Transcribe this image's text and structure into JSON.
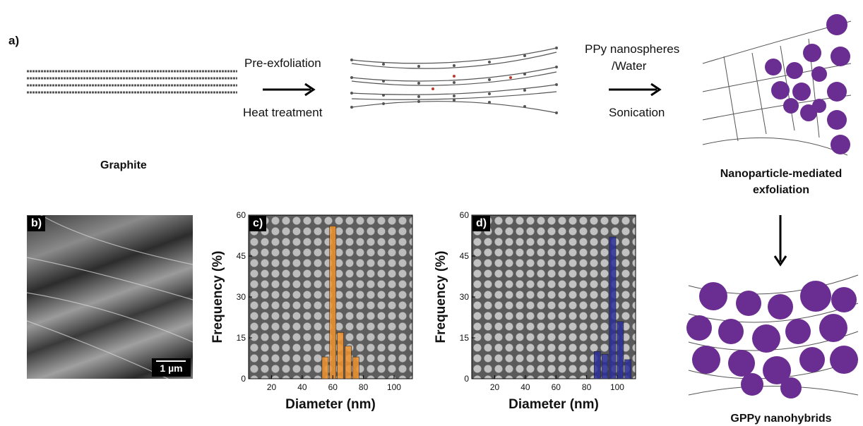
{
  "labels": {
    "panel_a": "a)",
    "pre_exfoliation": "Pre-exfoliation",
    "heat_treatment": "Heat treatment",
    "ppy_line1": "PPy nanospheres",
    "ppy_line2": "/Water",
    "sonication": "Sonication",
    "graphite": "Graphite",
    "np_mediated_1": "Nanoparticle-mediated",
    "np_mediated_2": "exfoliation",
    "gppy": "GPPy nanohybrids",
    "panel_b": "b)",
    "scale_bar": "1 µm",
    "panel_c": "c)",
    "panel_d": "d)"
  },
  "colors": {
    "sphere": "#6a2d91",
    "bar_c": "#f0932b",
    "bar_d": "#2b2f9a",
    "lattice": "#444444"
  },
  "chart_data": [
    {
      "type": "bar",
      "panel": "c)",
      "x": [
        55,
        60,
        65,
        70,
        75
      ],
      "values": [
        8,
        56,
        17,
        12,
        8
      ],
      "xlabel": "Diameter (nm)",
      "ylabel": "Frequency (%)",
      "xlim": [
        5,
        112
      ],
      "ylim": [
        0,
        60
      ],
      "xticks": [
        20,
        40,
        60,
        80,
        100
      ],
      "yticks": [
        0,
        15,
        30,
        45,
        60
      ],
      "color": "#f0932b"
    },
    {
      "type": "bar",
      "panel": "d)",
      "x": [
        87,
        92,
        97,
        102,
        107
      ],
      "values": [
        10,
        9,
        52,
        21,
        7
      ],
      "xlabel": "Diameter (nm)",
      "ylabel": "Frequency (%)",
      "xlim": [
        5,
        112
      ],
      "ylim": [
        0,
        60
      ],
      "xticks": [
        20,
        40,
        60,
        80,
        100
      ],
      "yticks": [
        0,
        15,
        30,
        45,
        60
      ],
      "color": "#2b2f9a"
    }
  ]
}
